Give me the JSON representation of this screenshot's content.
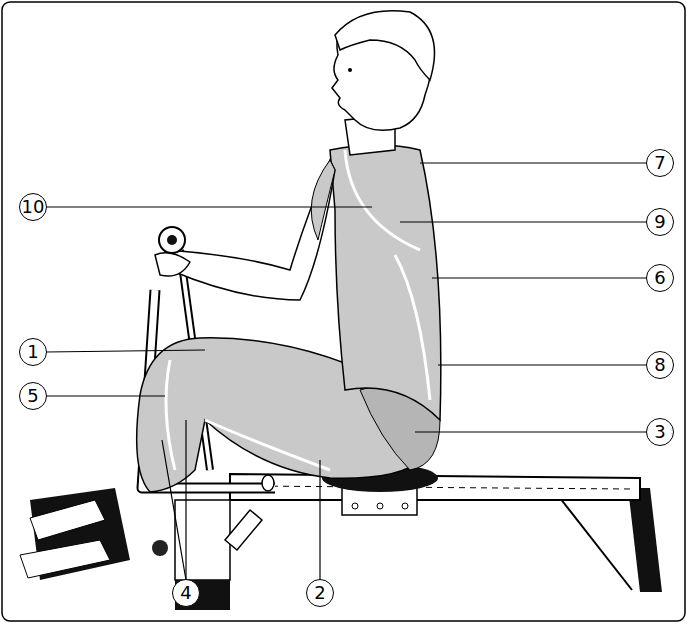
{
  "diagram": {
    "labels": [
      "7",
      "10",
      "9",
      "6",
      "1",
      "8",
      "5",
      "3",
      "4",
      "2"
    ]
  }
}
